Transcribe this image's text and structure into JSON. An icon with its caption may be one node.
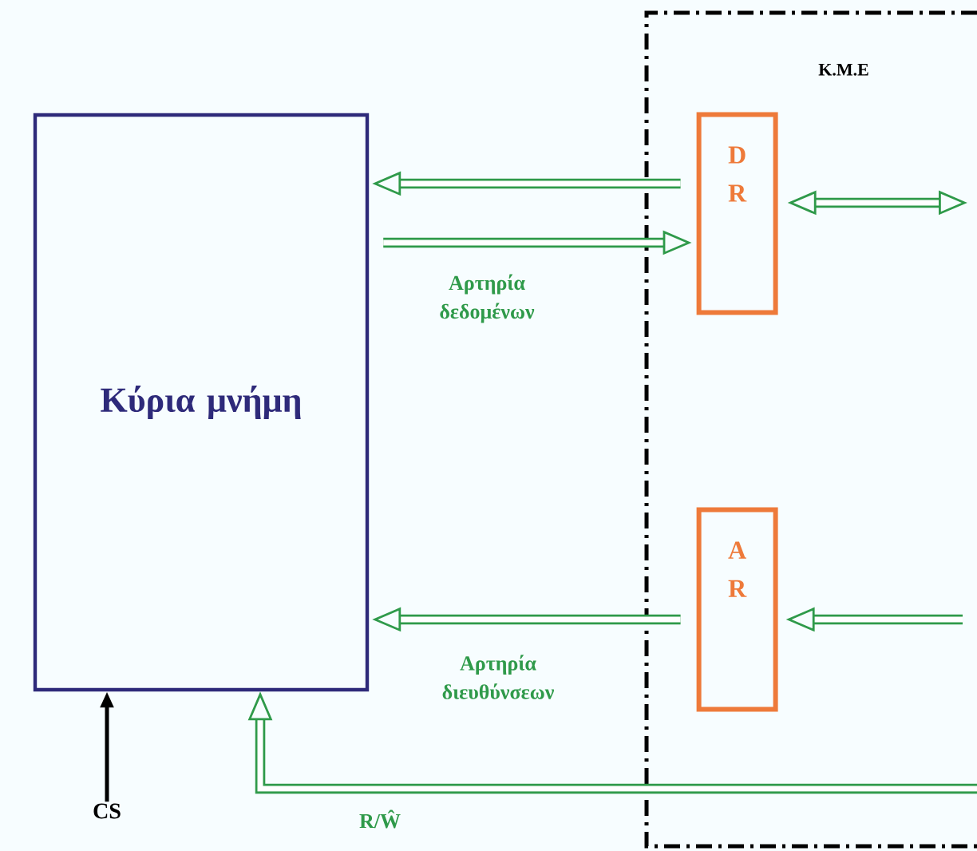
{
  "diagram": {
    "nodes": [
      {
        "text": [
          "K.M.E"
        ]
      },
      {
        "text": [
          "Κύρια μνήμη"
        ]
      },
      {
        "text": [
          "D R"
        ],
        "in": 0
      },
      {
        "text": [
          "A R"
        ],
        "in": 0
      },
      {
        "text": [
          "CS"
        ]
      }
    ],
    "edges": [
      {
        "from": 2,
        "to": 1,
        "arrow": "to"
      },
      {
        "from": 1,
        "to": 2,
        "arrow": "to",
        "label": "Αρτηρία δεδομένων"
      },
      {
        "from": 2,
        "to": null,
        "arrow": "both"
      },
      {
        "from": 3,
        "to": 1,
        "arrow": "to",
        "label": "Αρτηρία διευθύνσεων"
      },
      {
        "from": null,
        "to": 3,
        "arrow": "to"
      },
      {
        "from": 4,
        "to": 1,
        "arrow": "to",
        "color": "#000000"
      },
      {
        "from": 0,
        "to": 1,
        "arrow": "to",
        "label": "R/Ŵ"
      }
    ]
  }
}
